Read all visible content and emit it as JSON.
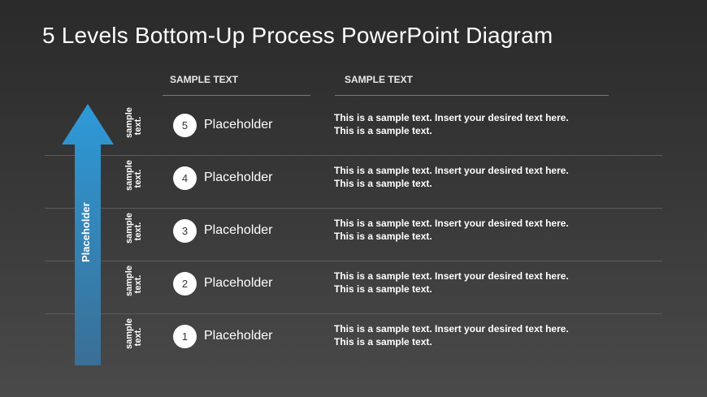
{
  "slide": {
    "title": "5 Levels Bottom-Up Process PowerPoint Diagram",
    "columns": [
      "SAMPLE TEXT",
      "SAMPLE TEXT"
    ],
    "arrow_label": "Placeholder",
    "arrow_color": "#2e8fcf",
    "rows": [
      {
        "side": "sample text.",
        "number": "5",
        "label": "Placeholder",
        "desc": "This is a sample text. Insert your desired text here. This is a sample text."
      },
      {
        "side": "sample text.",
        "number": "4",
        "label": "Placeholder",
        "desc": "This is a sample text. Insert your desired text here. This is a sample text."
      },
      {
        "side": "sample text.",
        "number": "3",
        "label": "Placeholder",
        "desc": "This is a sample text. Insert your desired text here. This is a sample text."
      },
      {
        "side": "sample text.",
        "number": "2",
        "label": "Placeholder",
        "desc": "This is a sample text. Insert your desired text here. This is a sample text."
      },
      {
        "side": "sample text.",
        "number": "1",
        "label": "Placeholder",
        "desc": "This is a sample text. Insert your desired text here. This is a sample text."
      }
    ]
  }
}
